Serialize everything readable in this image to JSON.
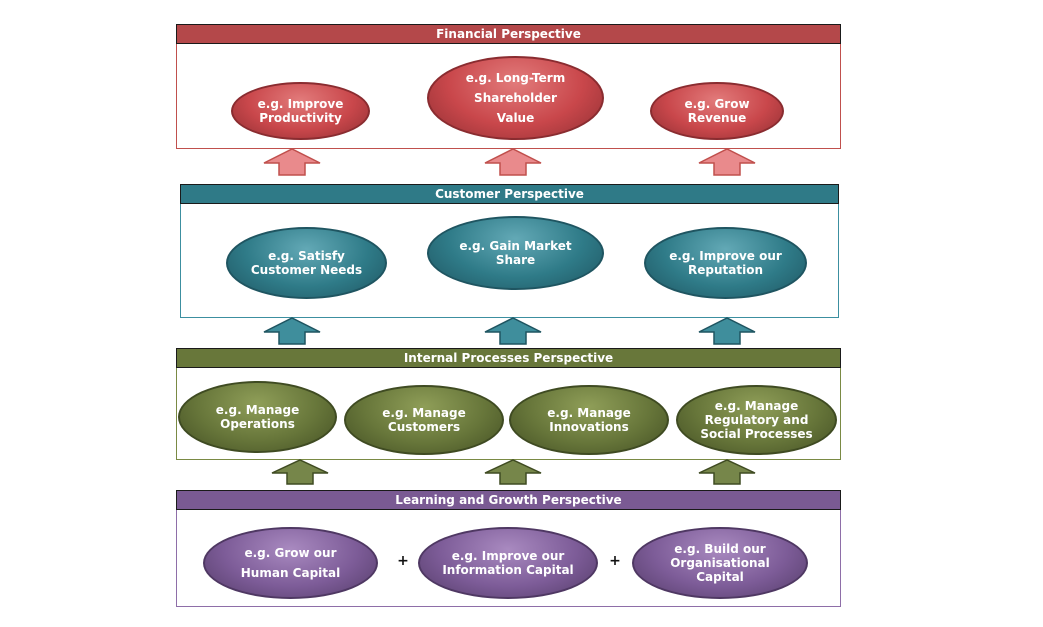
{
  "financial": {
    "header": "Financial Perspective",
    "items": [
      "e.g. Improve\nProductivity",
      "e.g. Long-Term\nShareholder\nValue",
      "e.g. Grow\nRevenue"
    ]
  },
  "customer": {
    "header": "Customer Perspective",
    "items": [
      "e.g. Satisfy\nCustomer Needs",
      "e.g. Gain Market\nShare",
      "e.g. Improve our\nReputation"
    ]
  },
  "internal": {
    "header": "Internal Processes Perspective",
    "items": [
      "e.g. Manage\nOperations",
      "e.g. Manage\nCustomers",
      "e.g. Manage\nInnovations",
      "e.g. Manage\nRegulatory and\nSocial Processes"
    ]
  },
  "learning": {
    "header": "Learning and Growth Perspective",
    "items": [
      "e.g. Grow our\nHuman Capital",
      "e.g. Improve our\nInformation Capital",
      "e.g. Build our\nOrganisational\nCapital"
    ],
    "operator": "+"
  },
  "colors": {
    "financial": "#c0504d",
    "customer": "#31849b",
    "internal": "#6b7a3b",
    "learning": "#7f5f9a"
  }
}
